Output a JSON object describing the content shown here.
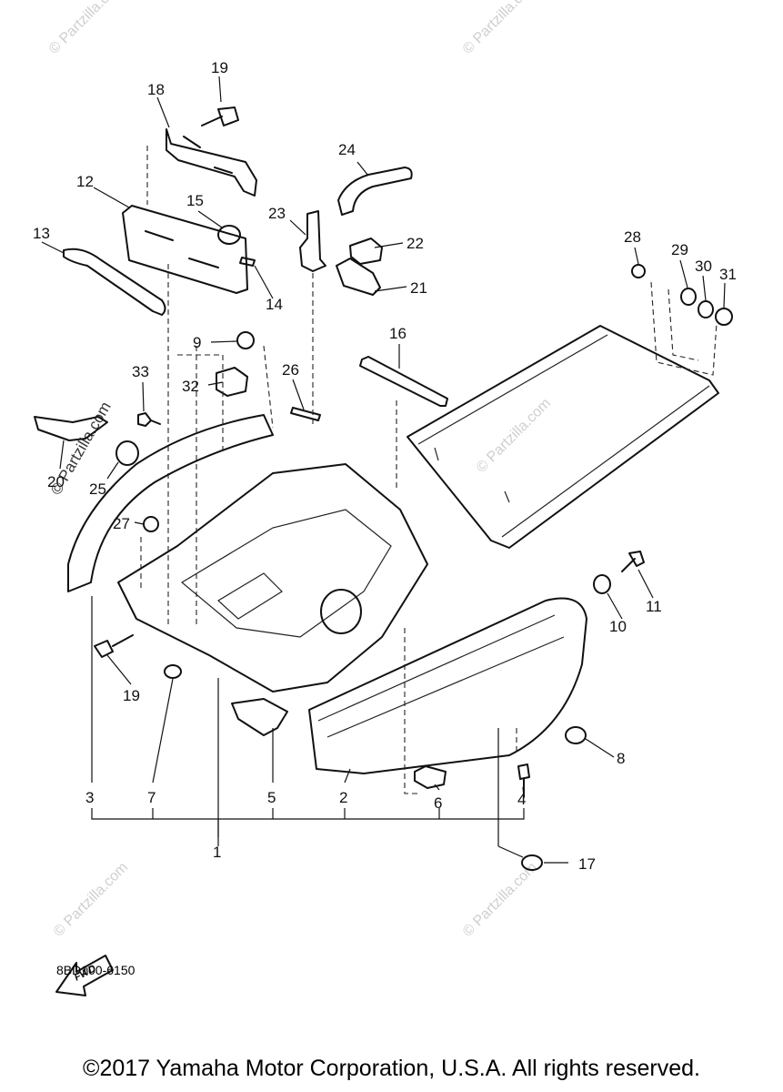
{
  "watermark_text": "© Partzilla.com",
  "callouts": [
    "19",
    "18",
    "24",
    "12",
    "15",
    "23",
    "22",
    "13",
    "28",
    "29",
    "30",
    "31",
    "14",
    "21",
    "9",
    "16",
    "33",
    "32",
    "26",
    "20",
    "25",
    "27",
    "11",
    "10",
    "19",
    "8",
    "7",
    "5",
    "2",
    "6",
    "4",
    "3",
    "1",
    "17"
  ],
  "fwd_label": "FWD",
  "diagram_code": "8BD100-6150",
  "copyright": "©2017 Yamaha Motor Corporation, U.S.A. All rights reserved."
}
